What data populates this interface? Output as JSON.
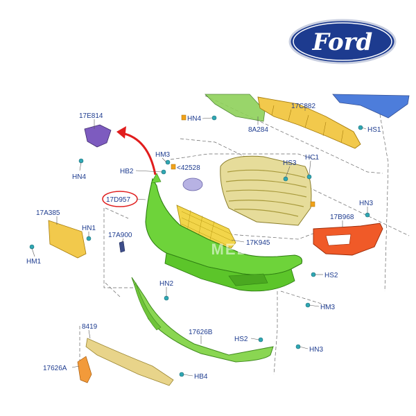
{
  "brand": {
    "name": "Ford",
    "oval_color": "#1d3b8f",
    "text_color": "#ffffff"
  },
  "watermark": "MEDIA",
  "highlight": {
    "part": "17D957",
    "ring_color": "#e02020"
  },
  "labels": {
    "p17E814": "17E814",
    "hn4_top": "HN4",
    "hn4_left": "HN4",
    "p8A284": "8A284",
    "p17C882": "17C882",
    "hs1": "HS1",
    "hm3_top": "HM3",
    "hb2": "HB2",
    "p42528": "<42528",
    "hs3": "HS3",
    "hc1": "HC1",
    "p17D957": "17D957",
    "p17A385": "17A385",
    "hn1": "HN1",
    "hm1": "HM1",
    "p17A900": "17A900",
    "p17K945": "17K945",
    "hn3_top": "HN3",
    "p17B968": "17B968",
    "hs2_right": "HS2",
    "hn2": "HN2",
    "hm3_right": "HM3",
    "p8419": "8419",
    "p17626B": "17626B",
    "hs2_low": "HS2",
    "hn3_low": "HN3",
    "p17626A": "17626A",
    "hb4": "HB4"
  }
}
